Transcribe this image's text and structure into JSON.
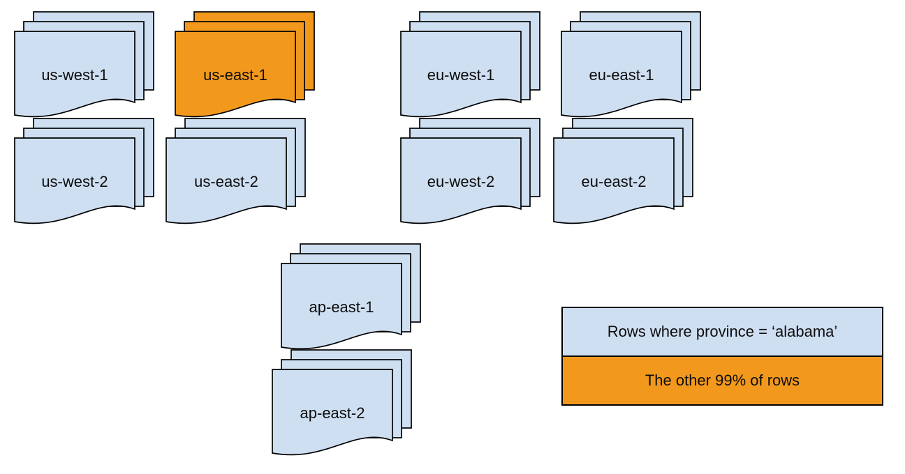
{
  "diagram": {
    "stacks": [
      {
        "label": "us-west-1",
        "variant": "blue"
      },
      {
        "label": "us-east-1",
        "variant": "orange"
      },
      {
        "label": "eu-west-1",
        "variant": "blue"
      },
      {
        "label": "eu-east-1",
        "variant": "blue"
      },
      {
        "label": "us-west-2",
        "variant": "blue"
      },
      {
        "label": "us-east-2",
        "variant": "blue"
      },
      {
        "label": "eu-west-2",
        "variant": "blue"
      },
      {
        "label": "eu-east-2",
        "variant": "blue"
      },
      {
        "label": "ap-east-1",
        "variant": "blue"
      },
      {
        "label": "ap-east-2",
        "variant": "blue"
      }
    ],
    "legend": {
      "rows": [
        {
          "label": "Rows where province = ‘alabama’",
          "color": "#CFDFF2"
        },
        {
          "label": "The other 99% of rows",
          "color": "#F2991D"
        }
      ]
    },
    "colors": {
      "region_default": "#CFDFF2",
      "region_highlight": "#F2991D",
      "outline": "#000000"
    }
  }
}
